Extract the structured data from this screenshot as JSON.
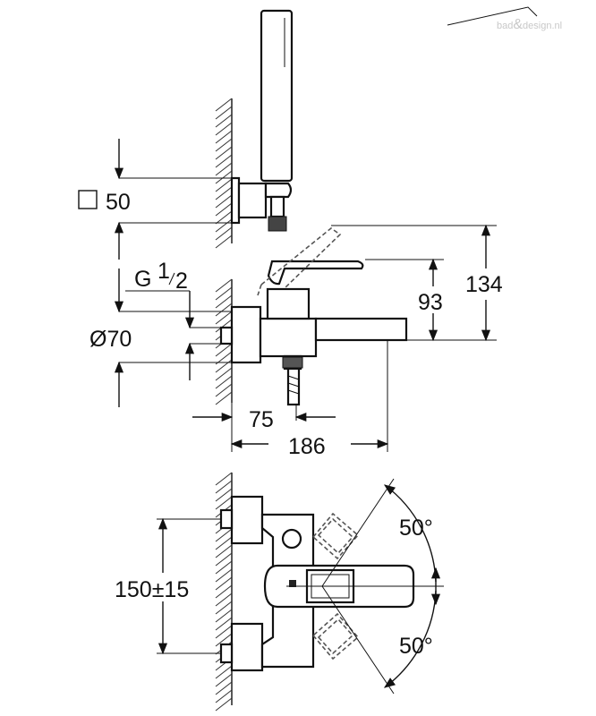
{
  "watermark": {
    "brand_left": "bad",
    "brand_amp": "&",
    "brand_right": "design.nl"
  },
  "dimensions": {
    "square_size": "50",
    "thread_main": "G",
    "thread_num": "1",
    "thread_den": "2",
    "rosette_diameter": "Ø70",
    "spout_offset": "75",
    "spout_length": "186",
    "lever_height": "93",
    "total_height": "134",
    "center_distance": "150±15",
    "rotation_top": "50°",
    "rotation_bottom": "50°"
  }
}
